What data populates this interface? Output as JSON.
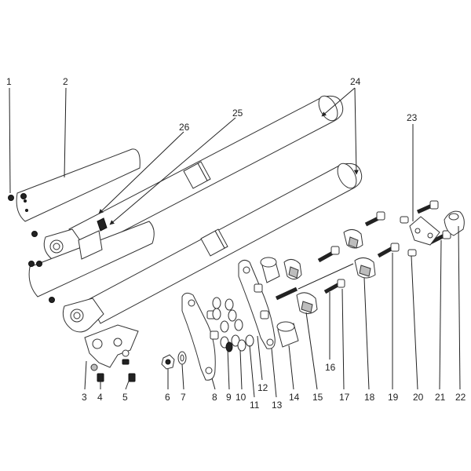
{
  "callouts": {
    "c1": "1",
    "c2": "2",
    "c3": "3",
    "c4": "4",
    "c5": "5",
    "c6": "6",
    "c7": "7",
    "c8": "8",
    "c9": "9",
    "c10": "10",
    "c11": "11",
    "c12": "12",
    "c13": "13",
    "c14": "14",
    "c15": "15",
    "c16": "16",
    "c17": "17",
    "c18": "18",
    "c19": "19",
    "c20": "20",
    "c21": "21",
    "c22": "22",
    "c23": "23",
    "c24": "24",
    "c25": "25",
    "c26": "26"
  },
  "colors": {
    "line": "#333333",
    "dark_part": "#222222",
    "mid_part": "#bdbdbd",
    "background": "#ffffff"
  }
}
